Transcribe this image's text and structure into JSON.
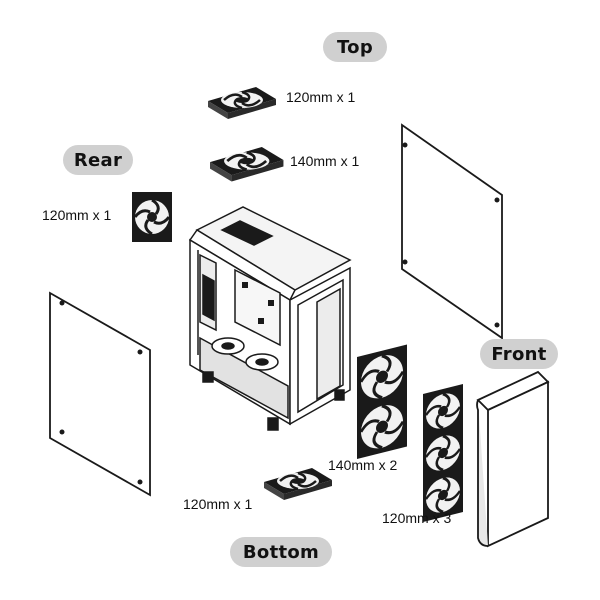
{
  "sections": {
    "top": "Top",
    "rear": "Rear",
    "front": "Front",
    "bottom": "Bottom"
  },
  "fans": {
    "top_a": "120mm x 1",
    "top_b": "140mm x 1",
    "rear": "120mm x 1",
    "inner": "140mm x 2",
    "front": "120mm x 3",
    "bottom": "120mm x 1"
  },
  "colors": {
    "line": "#1a1a1a",
    "label_bg": "#d0d0d0"
  }
}
